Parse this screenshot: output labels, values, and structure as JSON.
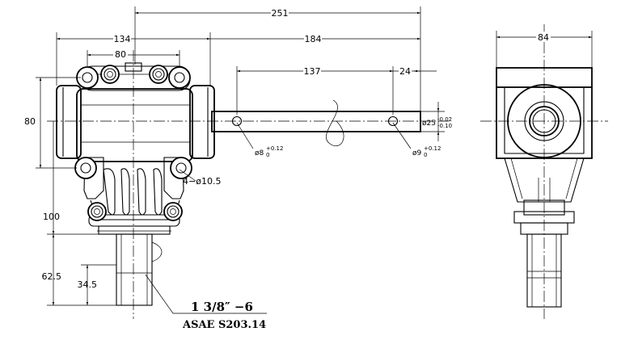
{
  "dimensions": {
    "overall_length": "251",
    "housing_width": "134",
    "shaft_length": "184",
    "bolt_spacing_top": "80",
    "hole_spacing": "137",
    "shaft_end_offset": "24",
    "side_width": "84",
    "housing_height": "80",
    "base_height": "100",
    "output_shaft_length": "62.5",
    "spline_length": "34.5"
  },
  "annotations": {
    "mount_holes": "4−ø10.5",
    "hole_small_base": "ø8",
    "hole_small_tol_upper": "+0.12",
    "hole_small_tol_lower": "0",
    "hole_large_base": "ø9",
    "hole_large_tol_upper": "+0.12",
    "hole_large_tol_lower": "0",
    "shaft_dia_base": "ø25",
    "shaft_dia_tol_upper": "-0.02",
    "shaft_dia_tol_lower": "-0.10"
  },
  "callout": {
    "spline_size": "1 3/8″ −6",
    "standard": "ASAE S203.14"
  }
}
